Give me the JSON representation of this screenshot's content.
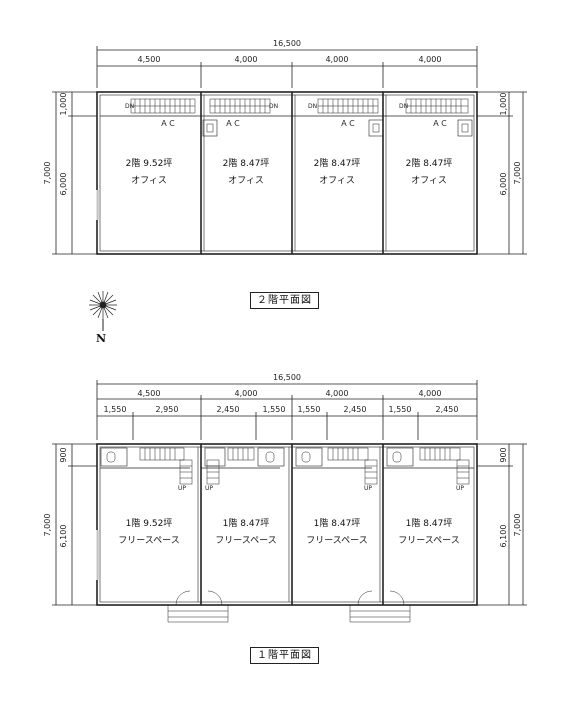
{
  "floor2": {
    "total_width": "16,500",
    "bay_widths": [
      "4,500",
      "4,000",
      "4,000",
      "4,000"
    ],
    "left_depths": [
      "1,000",
      "6,000",
      "7,000"
    ],
    "right_depths": [
      "1,000",
      "6,000",
      "7,000"
    ],
    "ac_label": "ＡＣ",
    "dn_label": "DN",
    "rooms": [
      {
        "area": "2階 9.52坪",
        "use": "オフィス"
      },
      {
        "area": "2階 8.47坪",
        "use": "オフィス"
      },
      {
        "area": "2階 8.47坪",
        "use": "オフィス"
      },
      {
        "area": "2階 8.47坪",
        "use": "オフィス"
      }
    ],
    "caption": "２階平面図"
  },
  "compass": {
    "label": "N"
  },
  "floor1": {
    "total_width": "16,500",
    "bay_widths": [
      "4,500",
      "4,000",
      "4,000",
      "4,000"
    ],
    "sub_widths": [
      "1,550",
      "2,950",
      "2,450",
      "1,550",
      "1,550",
      "2,450",
      "1,550",
      "2,450"
    ],
    "left_depths": [
      "900",
      "6,100",
      "7,000"
    ],
    "right_depths": [
      "900",
      "6,100",
      "7,000"
    ],
    "up_label": "UP",
    "rooms": [
      {
        "area": "1階 9.52坪",
        "use": "フリースペース"
      },
      {
        "area": "1階 8.47坪",
        "use": "フリースペース"
      },
      {
        "area": "1階 8.47坪",
        "use": "フリースペース"
      },
      {
        "area": "1階 8.47坪",
        "use": "フリースペース"
      }
    ],
    "caption": "１階平面図"
  }
}
